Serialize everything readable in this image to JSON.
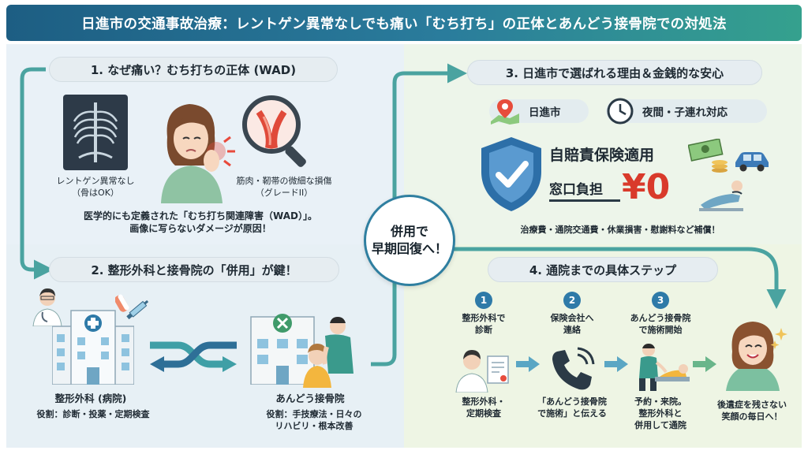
{
  "title": "日進市の交通事故治療：レントゲン異常なしでも痛い「むち打ち」の正体とあんどう接骨院での対処法",
  "section1": {
    "heading": "1. なぜ痛い？むち打ちの正体 (WAD)",
    "xray_caption_1": "レントゲン異常なし",
    "xray_caption_2": "（骨はOK）",
    "muscle_caption_1": "筋肉・靭帯の微細な損傷",
    "muscle_caption_2": "（グレードII）",
    "desc_1": "医学的にも定義された「むち打ち関連障害（WAD）」。",
    "desc_2": "画像に写らないダメージが原因！"
  },
  "section2": {
    "heading": "2. 整形外科と接骨院の「併用」が鍵！",
    "hospital_name": "整形外科 (病院)",
    "hospital_role": "役割：診断・投薬・定期検査",
    "clinic_name": "あんどう接骨院",
    "clinic_role_1": "役割：手技療法・日々の",
    "clinic_role_2": "リハビリ・根本改善"
  },
  "section3": {
    "heading": "3. 日進市で選ばれる理由＆金銭的な安心",
    "tag_location": "日進市",
    "tag_hours": "夜間・子連れ対応",
    "insurance": "自賠責保険適用",
    "copay_label": "窓口負担",
    "copay_value": "¥0",
    "coverage": "治療費・通院交通費・休業損害・慰謝料など補償！"
  },
  "section4": {
    "heading": "4. 通院までの具体ステップ",
    "steps": [
      {
        "num": "1",
        "title_1": "整形外科で",
        "title_2": "診断",
        "desc_1": "整形外科・",
        "desc_2": "定期検査",
        "desc_3": ""
      },
      {
        "num": "2",
        "title_1": "保険会社へ",
        "title_2": "連絡",
        "desc_1": "「あんどう接骨院",
        "desc_2": "で施術」と伝える",
        "desc_3": ""
      },
      {
        "num": "3",
        "title_1": "あんどう接骨院",
        "title_2": "で施術開始",
        "desc_1": "予約・来院。",
        "desc_2": "整形外科と",
        "desc_3": "併用して通院"
      }
    ],
    "goal_1": "後遺症を残さない",
    "goal_2": "笑顔の毎日へ！"
  },
  "center": {
    "line_1": "併用で",
    "line_2": "早期回復へ！"
  },
  "colors": {
    "title_start": "#1d5e83",
    "title_end": "#35a18e",
    "flow_arrow": "#4aa3a0",
    "yen_red": "#d93a2b",
    "shield_blue": "#2d6fa8"
  },
  "icons": [
    "xray-icon",
    "injured-woman-icon",
    "magnifier-icon",
    "doctor-icon",
    "syringe-icon",
    "hospital-icon",
    "swap-arrows-icon",
    "clinic-icon",
    "therapist-icon",
    "map-pin-icon",
    "clock-icon",
    "shield-check-icon",
    "money-icon",
    "car-icon",
    "relax-person-icon",
    "document-icon",
    "phone-icon",
    "treatment-icon",
    "smiling-woman-icon"
  ]
}
